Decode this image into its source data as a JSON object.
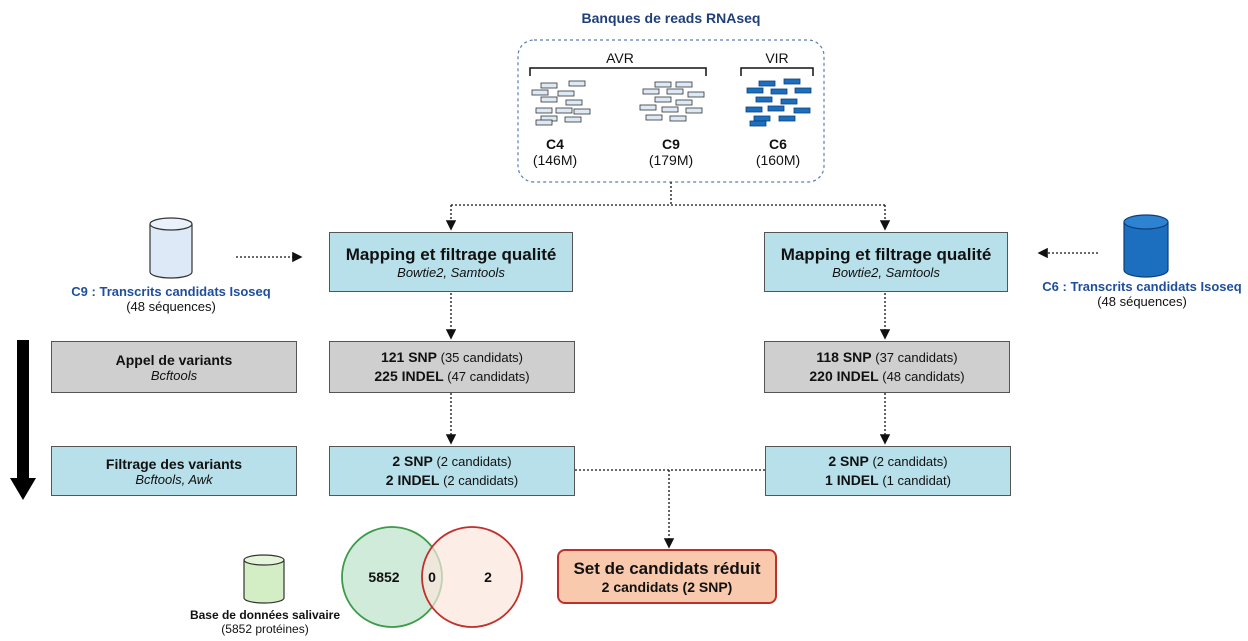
{
  "banques": {
    "title": "Banques de reads RNAseq",
    "avr_label": "AVR",
    "vir_label": "VIR",
    "c4_name": "C4",
    "c4_count": "(146M)",
    "c9_name": "C9",
    "c9_count": "(179M)",
    "c6_name": "C6",
    "c6_count": "(160M)"
  },
  "left_db": {
    "label": "C9 : Transcrits candidats Isoseq",
    "count": "(48 séquences)"
  },
  "right_db": {
    "label": "C6 : Transcrits candidats Isoseq",
    "count": "(48 séquences)"
  },
  "mapping_left": {
    "title": "Mapping et filtrage qualité",
    "tools": "Bowtie2, Samtools"
  },
  "mapping_right": {
    "title": "Mapping et filtrage qualité",
    "tools": "Bowtie2, Samtools"
  },
  "appel": {
    "title": "Appel de variants",
    "tools": "Bcftools"
  },
  "filtrage": {
    "title": "Filtrage des variants",
    "tools": "Bcftools, Awk"
  },
  "variants_left": {
    "snp_n": "121 SNP",
    "snp_c": " (35 candidats)",
    "indel_n": "225 INDEL",
    "indel_c": " (47 candidats)"
  },
  "variants_right": {
    "snp_n": "118 SNP",
    "snp_c": " (37 candidats)",
    "indel_n": "220 INDEL",
    "indel_c": " (48 candidats)"
  },
  "filtered_left": {
    "snp_n": "2 SNP",
    "snp_c": " (2 candidats)",
    "indel_n": "2 INDEL",
    "indel_c": " (2 candidats)"
  },
  "filtered_right": {
    "snp_n": "2 SNP",
    "snp_c": " (2 candidats)",
    "indel_n": "1 INDEL",
    "indel_c": " (1 candidat)"
  },
  "result": {
    "title": "Set de candidats réduit",
    "detail": "2 candidats (2 SNP)"
  },
  "venn": {
    "left_value": "5852",
    "overlap_value": "0",
    "right_value": "2"
  },
  "salivary_db": {
    "label": "Base de données salivaire",
    "count": "(5852 protéines)"
  },
  "colors": {
    "blue_box": "#b7e0ea",
    "grey_box": "#cfcfcf",
    "result_fill": "#f8c9ad",
    "result_border": "#c0302b",
    "label_blue": "#1f4e9c"
  }
}
